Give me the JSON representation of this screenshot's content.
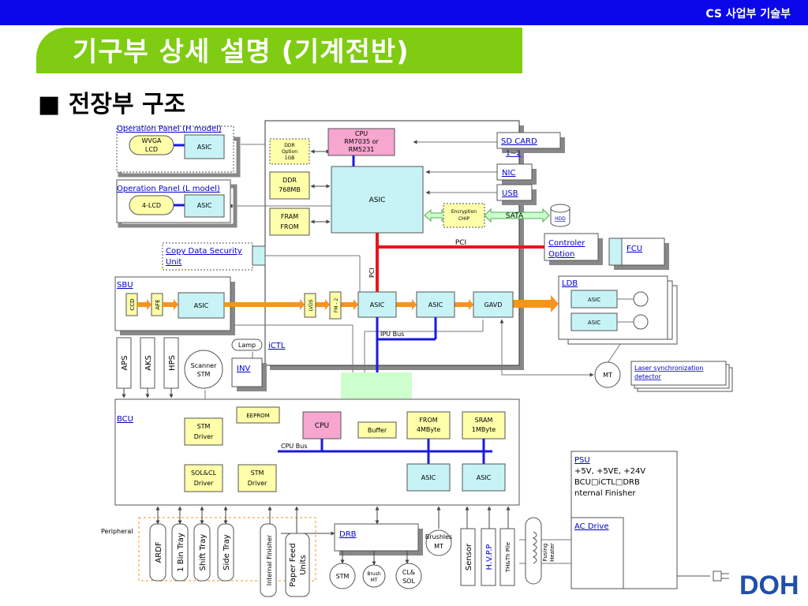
{
  "header": {
    "dept": "CS 사업부 기술부"
  },
  "title": "기구부 상세 설명 (기계전반)",
  "subtitle": "■ 전장부 구조",
  "logo": "DOH",
  "labels": {
    "op_h": "Operation Panel (H model)",
    "wvga_1": "WVGA",
    "wvga_2": "LCD",
    "asic": "ASIC",
    "op_l": "Operation Panel (L model)",
    "lcd4": "4-LCD",
    "copy_1": "Copy Data Security",
    "copy_2": "Unit",
    "sbu": "SBU",
    "ccd": "CCD",
    "afe": "AFE",
    "aps": "APS",
    "aks": "AKS",
    "hps": "HPS",
    "scanner_1": "Scanner",
    "scanner_2": "STM",
    "lamp": "Lamp",
    "inv": "INV",
    "ictl": "iCTL",
    "ddr_opt_1": "DDR",
    "ddr_opt_2": "Option",
    "ddr_opt_3": "1GB",
    "ddr_1": "DDR",
    "ddr_2": "768MB",
    "fram_1": "FRAM",
    "fram_2": "FROM",
    "cpu_1": "CPU",
    "cpu_2": "RM7035 or",
    "cpu_3": "RM5231",
    "sd_1": "SD CARD",
    "sd_2": "1~2",
    "nic": "NIC",
    "usb": "USB",
    "enc_1": "Encryption",
    "enc_2": "CHIP",
    "sata": "SATA",
    "hdd": "HDD",
    "pci": "PCI",
    "ctrl_1": "Controler",
    "ctrl_2": "Option",
    "fcu": "FCU",
    "lvds": "LVDS",
    "fm": "FM - 2",
    "gavd": "GAVD",
    "ipu_bus": "IPU Bus",
    "ldb": "LDB",
    "mt": "MT",
    "laser_1": "Laser synchronization",
    "laser_2": "detector",
    "bcu": "BCU",
    "eeprom": "EEPROM",
    "cpu": "CPU",
    "buffer": "Buffer",
    "from_1": "FROM",
    "from_2": "4MByte",
    "sram_1": "SRAM",
    "sram_2": "1MByte",
    "stm_drv_1": "STM",
    "stm_drv_2": "Driver",
    "cpu_bus": "CPU Bus",
    "sol_1": "SOL&CL",
    "sol_2": "Driver",
    "psu": "PSU",
    "psu_1": "+5V, +5VE, +24V",
    "psu_2": "BCU□iCTL□DRB",
    "psu_3": "nternal Finisher",
    "ac_drive": "AC Drive",
    "peripheral": "Peripheral",
    "ardf": "ARDF",
    "bin_tray": "1 Bin Tray",
    "shift_tray": "Shift Tray",
    "side_tray": "Side Tray",
    "internal_finisher": "Internal Finisher",
    "paper_1": "Paper Feed",
    "paper_2": "Units",
    "drb": "DRB",
    "stm": "STM",
    "brush_1": "Brush",
    "brush_2": "MT",
    "cl_1": "CL&",
    "cl_2": "SOL",
    "brushless_1": "Brushles",
    "brushless_2": "MT",
    "sensor": "Sensor",
    "hvpp": "H.V.P.P",
    "thpile": "TH&Th Pile",
    "fusing_1": "Fusing",
    "fusing_2": "Heater"
  },
  "colors": {
    "header_blue": "#0a08e8",
    "title_green": "#7fcc12",
    "asic_cyan": "#c7f3f6",
    "cpu_pink": "#f6a6cf",
    "mem_yellow": "#ffffaa",
    "arrow_orange": "#f7941d",
    "bus_blue": "#1a1adf",
    "pci_red": "#e8161b",
    "interface_green": "#ccffcc",
    "link_blue": "#0000cc"
  }
}
